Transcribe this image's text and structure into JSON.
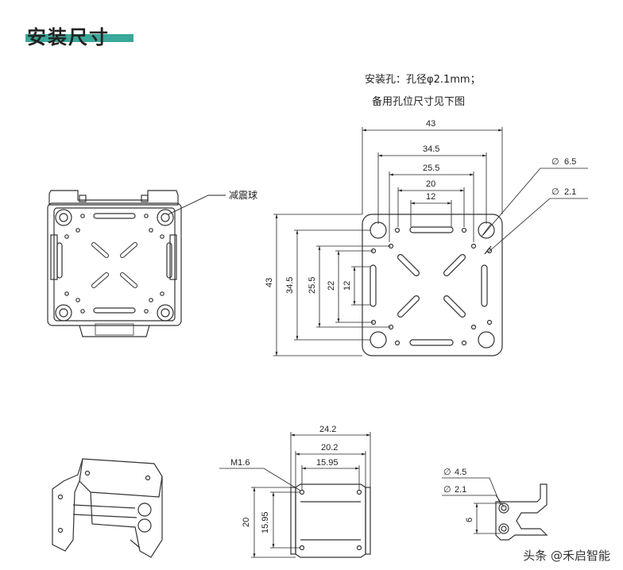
{
  "section_title": "安装尺寸",
  "notes": {
    "line1": "安装孔：孔径φ2.1mm；",
    "line2": "备用孔位尺寸见下图"
  },
  "labels": {
    "damper_ball": "减震球",
    "m16": "M1.6"
  },
  "top_plate_dims": {
    "h43": "43",
    "h34_5": "34.5",
    "h25_5": "25.5",
    "h20": "20",
    "h12": "12",
    "v43": "43",
    "v34_5": "34.5",
    "v25_5": "25.5",
    "v22": "22",
    "v12": "12",
    "d6_5": "6.5",
    "d2_1": "2.1"
  },
  "bracket_dims": {
    "w24_2": "24.2",
    "w20_2": "20.2",
    "w15_95": "15.95",
    "h20": "20",
    "h15_95": "15.95"
  },
  "side_dims": {
    "d4_5": "4.5",
    "d2_1": "2.1",
    "h6": "6"
  },
  "diameter_symbol": "∅",
  "watermark": "头条 @禾启智能"
}
